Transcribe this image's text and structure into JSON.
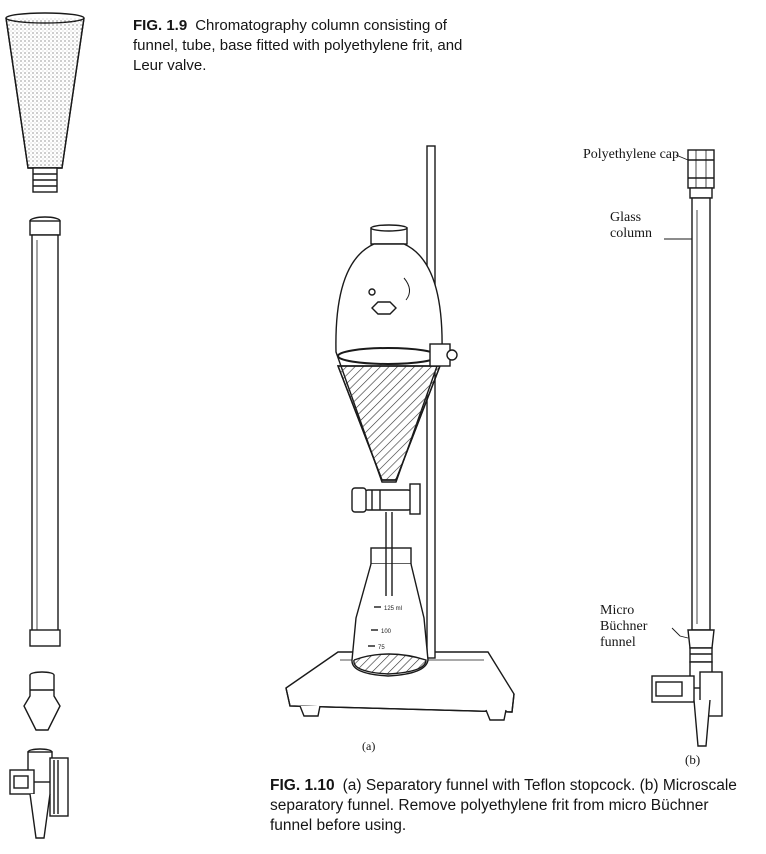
{
  "fig_1_9": {
    "number": "FIG. 1.9",
    "text": "Chromatography column consisting of funnel, tube, base fitted with polyethylene frit, and Leur valve."
  },
  "fig_1_10": {
    "number": "FIG. 1.10",
    "text": "(a) Separatory funnel with Teflon stopcock. (b) Microscale separatory funnel. Remove polyethylene frit from micro Büchner funnel before using."
  },
  "labels": {
    "polyethylene_cap": "Polyethylene cap",
    "glass_column": "Glass column",
    "micro_buchner_funnel": "Micro Büchner funnel",
    "panel_a": "(a)",
    "panel_b": "(b)"
  },
  "flask_graduations": [
    "125 ml",
    "100",
    "75"
  ]
}
